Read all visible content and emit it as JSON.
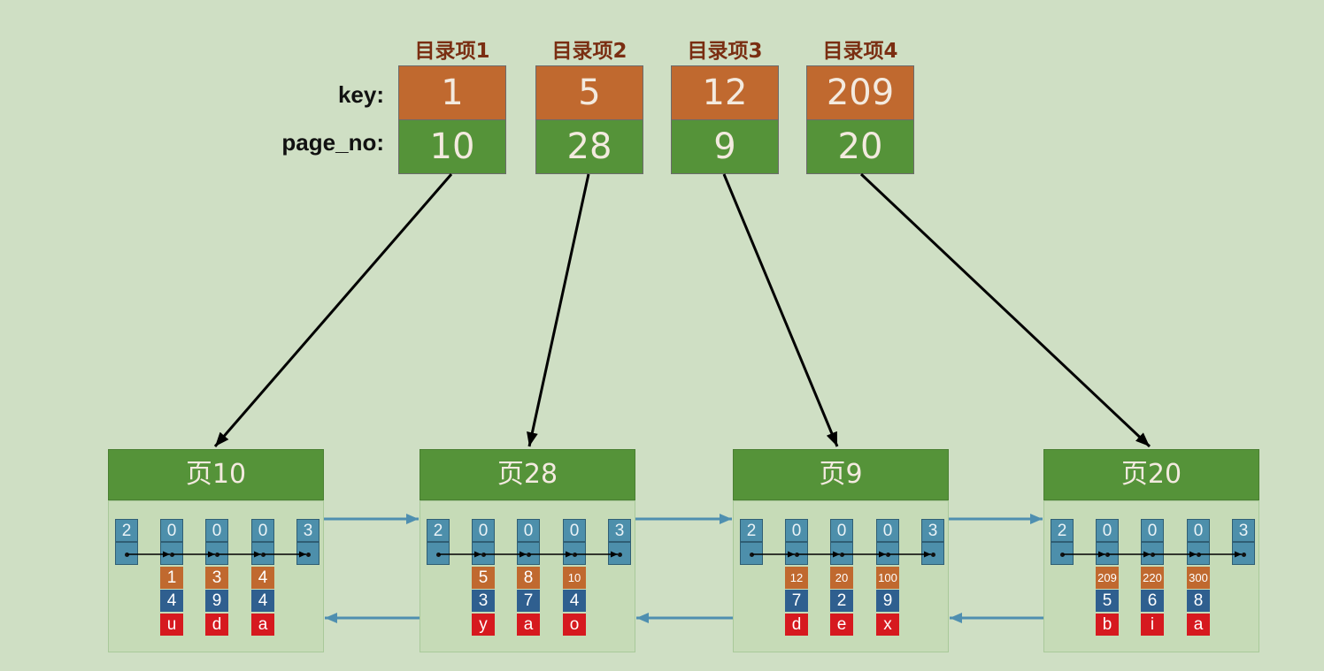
{
  "row_labels": {
    "key": "key:",
    "page_no": "page_no:"
  },
  "directory_entries": [
    {
      "title": "目录项1",
      "key": "1",
      "page_no": "10"
    },
    {
      "title": "目录项2",
      "key": "5",
      "page_no": "28"
    },
    {
      "title": "目录项3",
      "key": "12",
      "page_no": "9"
    },
    {
      "title": "目录项4",
      "key": "209",
      "page_no": "20"
    }
  ],
  "pages": [
    {
      "title": "页10",
      "slots": [
        "2",
        "0",
        "0",
        "0",
        "3"
      ],
      "records": [
        {
          "key": "1",
          "num": "4",
          "char": "u"
        },
        {
          "key": "3",
          "num": "9",
          "char": "d"
        },
        {
          "key": "4",
          "num": "4",
          "char": "a"
        }
      ]
    },
    {
      "title": "页28",
      "slots": [
        "2",
        "0",
        "0",
        "0",
        "3"
      ],
      "records": [
        {
          "key": "5",
          "num": "3",
          "char": "y"
        },
        {
          "key": "8",
          "num": "7",
          "char": "a"
        },
        {
          "key": "10",
          "num": "4",
          "char": "o"
        }
      ]
    },
    {
      "title": "页9",
      "slots": [
        "2",
        "0",
        "0",
        "0",
        "3"
      ],
      "records": [
        {
          "key": "12",
          "num": "7",
          "char": "d"
        },
        {
          "key": "20",
          "num": "2",
          "char": "e"
        },
        {
          "key": "100",
          "num": "9",
          "char": "x"
        }
      ]
    },
    {
      "title": "页20",
      "slots": [
        "2",
        "0",
        "0",
        "0",
        "3"
      ],
      "records": [
        {
          "key": "209",
          "num": "5",
          "char": "b"
        },
        {
          "key": "220",
          "num": "6",
          "char": "i"
        },
        {
          "key": "300",
          "num": "8",
          "char": "a"
        }
      ]
    }
  ],
  "colors": {
    "background": "#cfdfc4",
    "key_fill": "#c0692f",
    "page_no_fill": "#559339",
    "record_header_fill": "#4d8fab",
    "record_number_fill": "#2f5f8f",
    "record_char_fill": "#d6191f",
    "sibling_link": "#4f8fb0",
    "pointer_arrow": "#000000"
  }
}
